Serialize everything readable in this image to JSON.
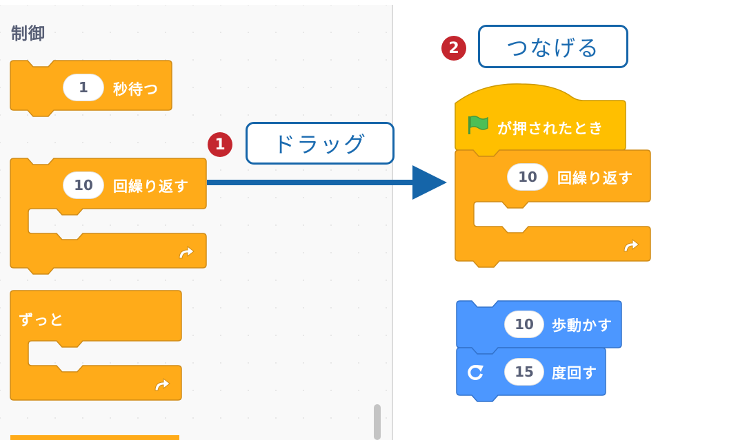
{
  "palette": {
    "category_title": "制御",
    "blocks": {
      "wait": {
        "value": "1",
        "label": "秒待つ"
      },
      "repeat": {
        "value": "10",
        "label": "回繰り返す"
      },
      "forever": {
        "label": "ずっと"
      }
    }
  },
  "workspace": {
    "hat_block": {
      "label": "が押されたとき",
      "icon": "green-flag-icon"
    },
    "repeat_block": {
      "value": "10",
      "label": "回繰り返す"
    },
    "move_block": {
      "value": "10",
      "label": "歩動かす"
    },
    "turn_block": {
      "value": "15",
      "label": "度回す",
      "icon": "rotate-right-icon"
    }
  },
  "annotations": {
    "step1": {
      "number": "1",
      "label": "ドラッグ"
    },
    "step2": {
      "number": "2",
      "label": "つなげる"
    }
  },
  "colors": {
    "control_block": "#ffab19",
    "control_border": "#cf8b17",
    "events_block": "#ffbf00",
    "events_border": "#cc9900",
    "motion_block": "#4c97ff",
    "motion_border": "#3373cc",
    "arrow": "#1565a9",
    "badge": "#c4262e"
  }
}
